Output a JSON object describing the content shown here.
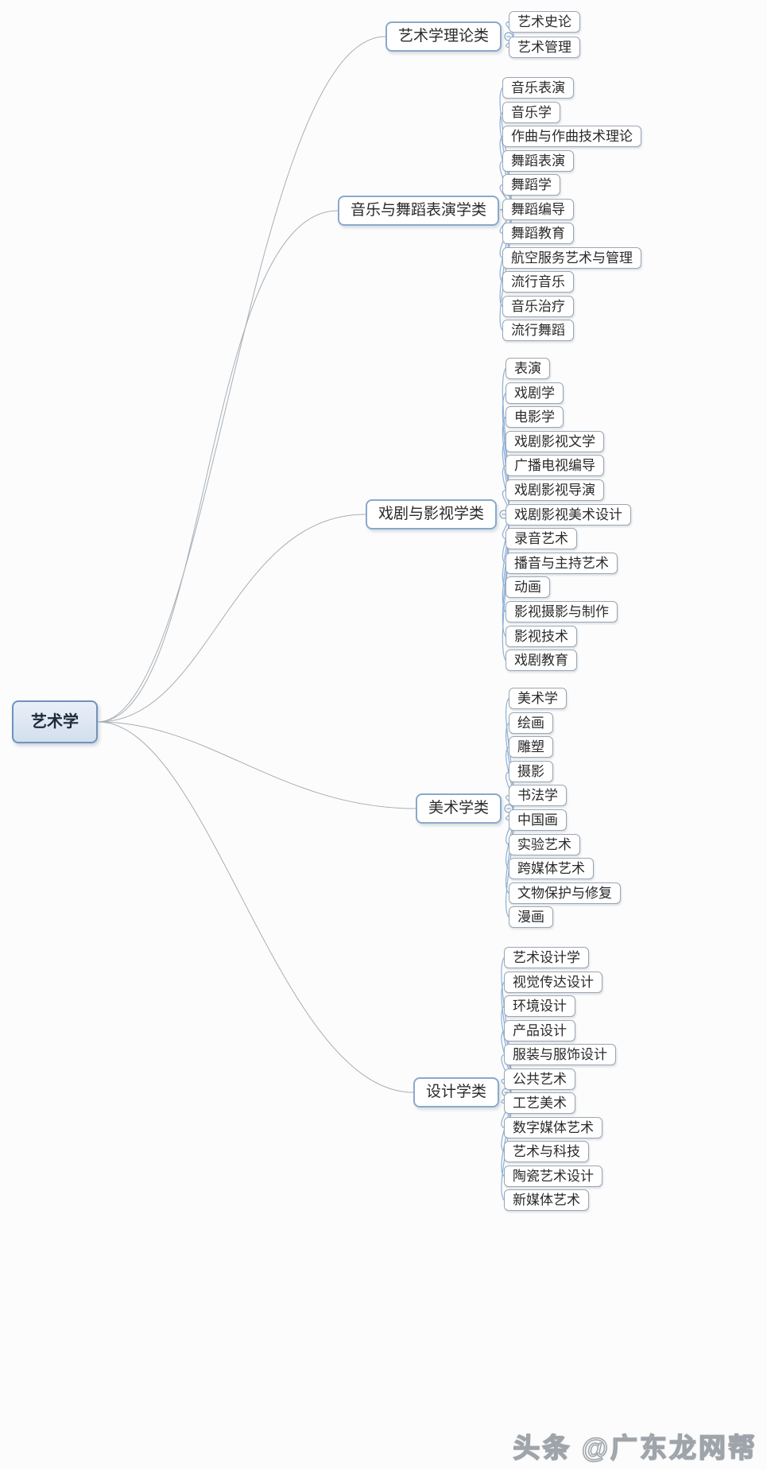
{
  "root": {
    "label": "艺术学"
  },
  "branches": [
    {
      "label": "艺术学理论类",
      "children": [
        "艺术史论",
        "艺术管理"
      ]
    },
    {
      "label": "音乐与舞蹈表演学类",
      "children": [
        "音乐表演",
        "音乐学",
        "作曲与作曲技术理论",
        "舞蹈表演",
        "舞蹈学",
        "舞蹈编导",
        "舞蹈教育",
        "航空服务艺术与管理",
        "流行音乐",
        "音乐治疗",
        "流行舞蹈"
      ]
    },
    {
      "label": "戏剧与影视学类",
      "children": [
        "表演",
        "戏剧学",
        "电影学",
        "戏剧影视文学",
        "广播电视编导",
        "戏剧影视导演",
        "戏剧影视美术设计",
        "录音艺术",
        "播音与主持艺术",
        "动画",
        "影视摄影与制作",
        "影视技术",
        "戏剧教育"
      ]
    },
    {
      "label": "美术学类",
      "children": [
        "美术学",
        "绘画",
        "雕塑",
        "摄影",
        "书法学",
        "中国画",
        "实验艺术",
        "跨媒体艺术",
        "文物保护与修复",
        "漫画"
      ]
    },
    {
      "label": "设计学类",
      "children": [
        "艺术设计学",
        "视觉传达设计",
        "环境设计",
        "产品设计",
        "服装与服饰设计",
        "公共艺术",
        "工艺美术",
        "数字媒体艺术",
        "艺术与科技",
        "陶瓷艺术设计",
        "新媒体艺术"
      ]
    }
  ],
  "watermark": {
    "text": "头条 @广东龙网帮"
  },
  "colors": {
    "root_border": "#6e93bd",
    "root_bg": "#dbe4f0",
    "branch_border": "#8aa9c9",
    "leaf_border": "#9aa6b2",
    "link_root": "#a7afb7",
    "link_child": "#8cb0d8",
    "text": "#222222"
  }
}
